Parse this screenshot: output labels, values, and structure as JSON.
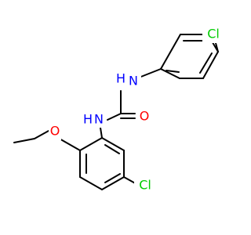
{
  "molecule": {
    "atoms": {
      "cl_top": {
        "text": "Cl",
        "color": "#00cc00"
      },
      "nh_top": {
        "text": "H",
        "color": "#0000ff"
      },
      "n_top": {
        "text": "N",
        "color": "#0000ff"
      },
      "o": {
        "text": "O",
        "color": "#ff0000"
      },
      "n_mid": {
        "text": "N",
        "color": "#0000ff"
      },
      "nh_mid": {
        "text": "H",
        "color": "#0000ff"
      },
      "o_methoxy": {
        "text": "O",
        "color": "#ff0000"
      },
      "cl_bottom": {
        "text": "Cl",
        "color": "#00cc00"
      }
    }
  }
}
